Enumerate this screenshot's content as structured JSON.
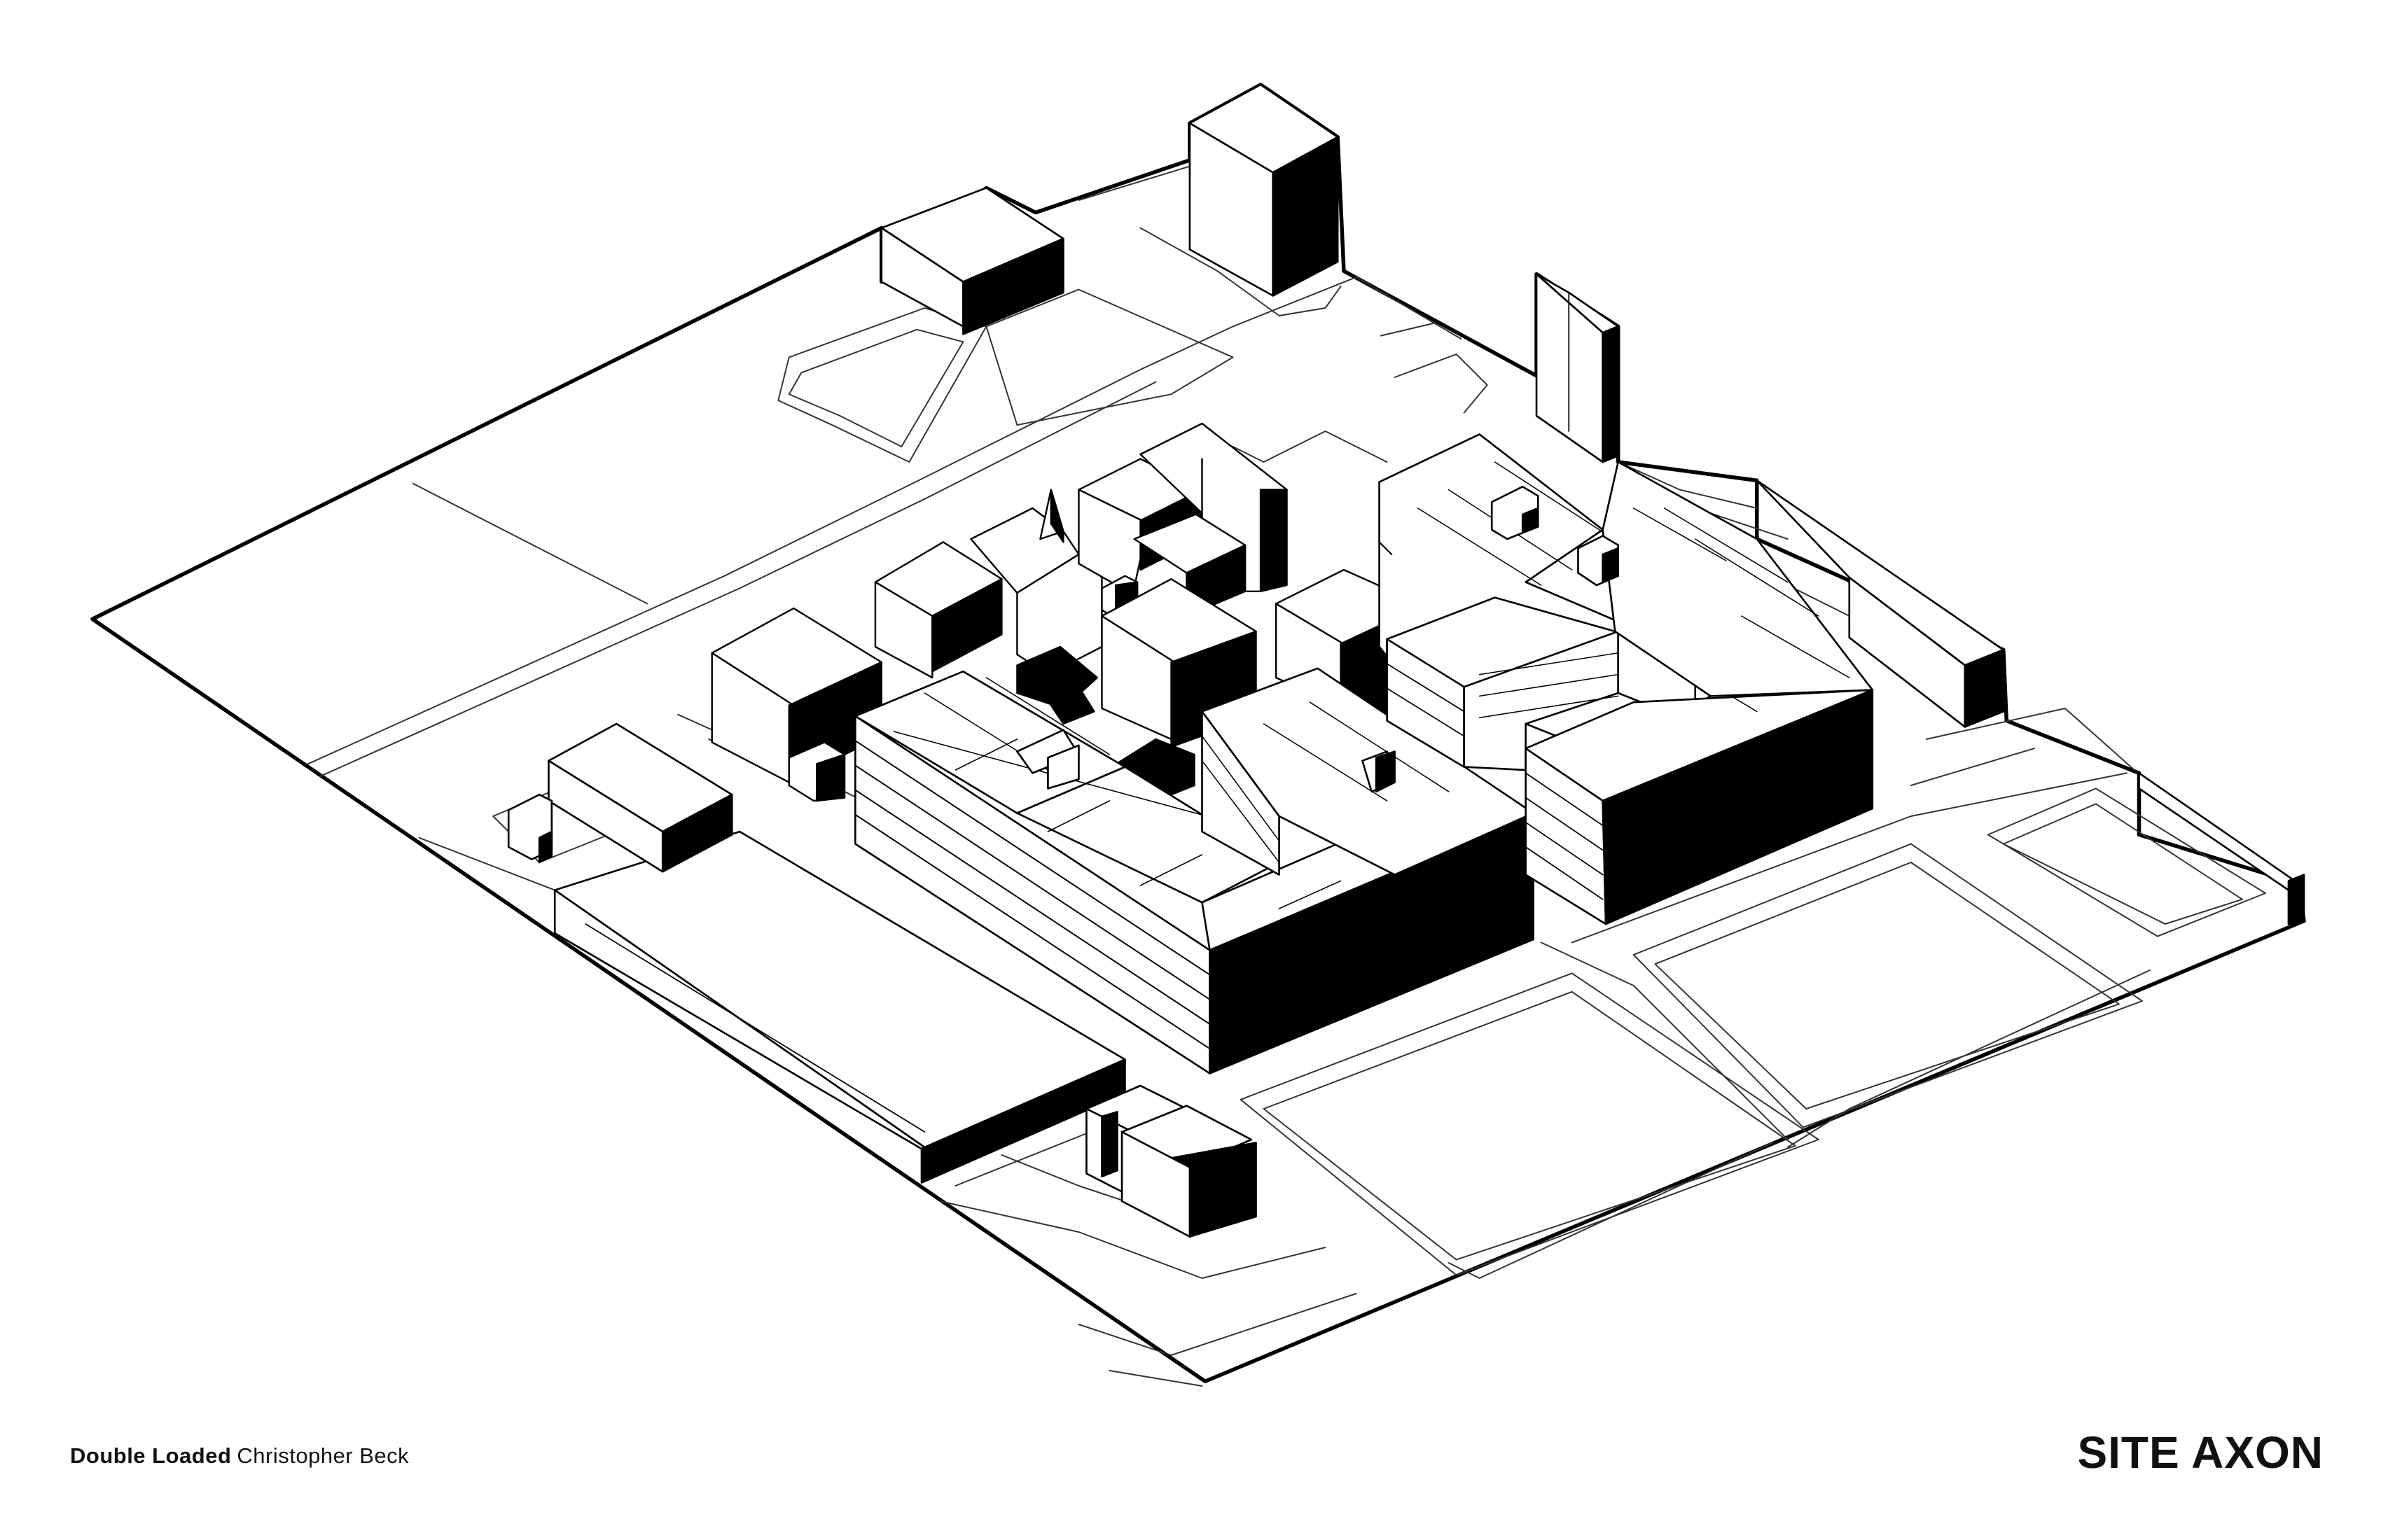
{
  "footer": {
    "project": "Double Loaded",
    "author": "Christopher Beck"
  },
  "sheet_title": "SITE AXON",
  "colors": {
    "line": "#000000",
    "fill": "#ffffff",
    "shade": "#000000"
  }
}
